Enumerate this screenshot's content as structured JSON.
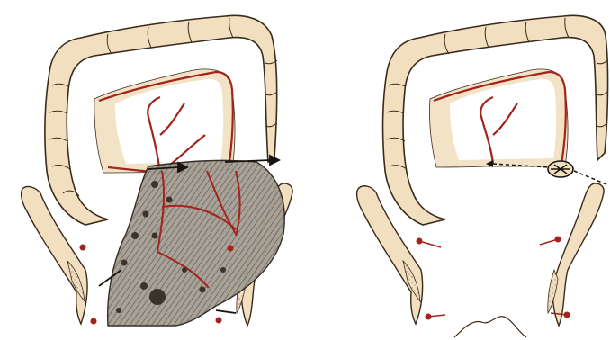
{
  "figure": {
    "panels": [
      {
        "id": "left",
        "icon": "colon-with-resection-specimen-illustration"
      },
      {
        "id": "right",
        "icon": "colon-after-resection-anastomosis-illustration"
      }
    ],
    "colors": {
      "tissue": "#f1dfbf",
      "outline": "#3a2a1a",
      "vessel": "#a3231d",
      "specimen": "#8e867c",
      "hatch": "#5b544c"
    }
  }
}
